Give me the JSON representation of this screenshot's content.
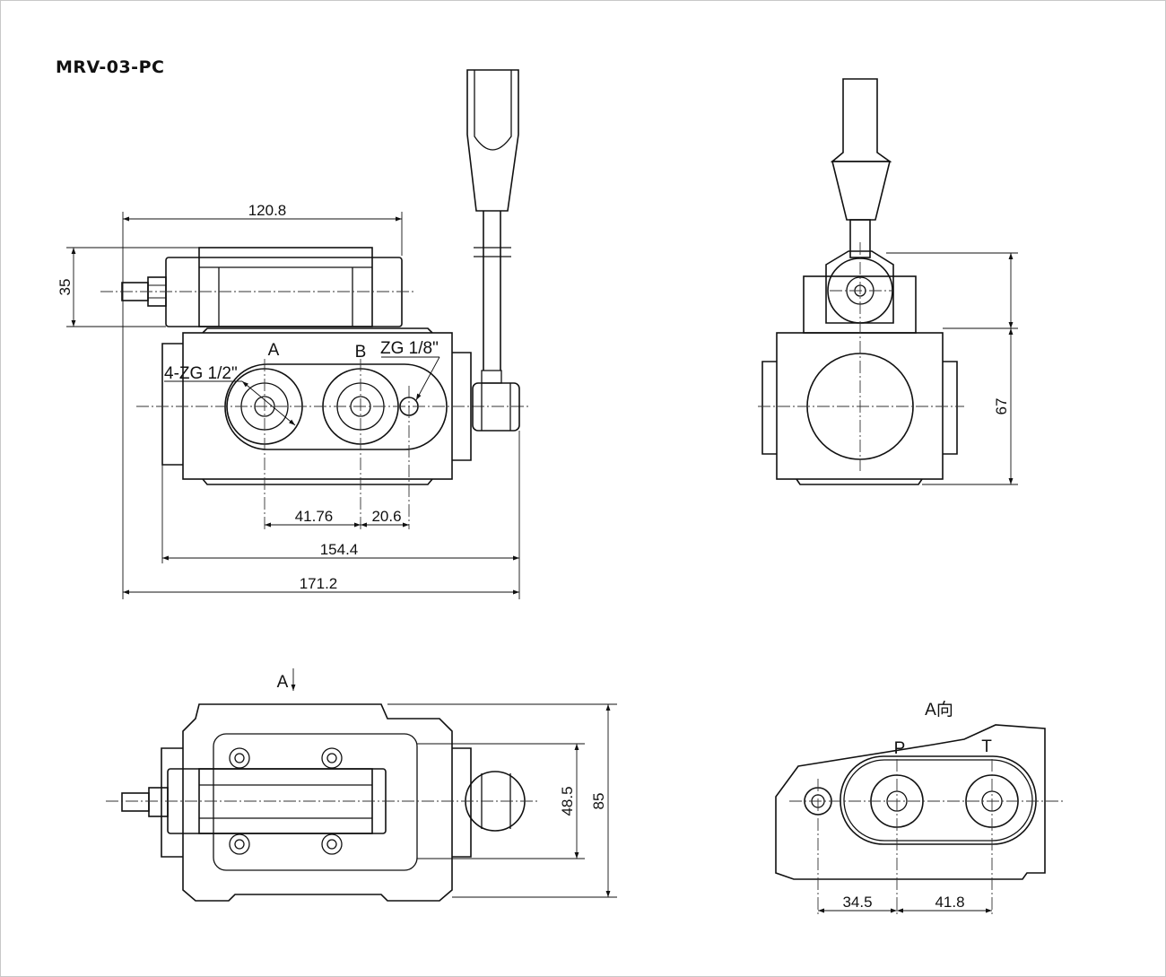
{
  "title": "MRV-03-PC",
  "front_view": {
    "labels": {
      "port_a": "A",
      "port_b": "B",
      "thread_main": "4-ZG 1/2\"",
      "thread_pilot": "ZG 1/8\""
    },
    "dimensions": {
      "top_width": "120.8",
      "top_height": "35",
      "port_spacing": "41.76",
      "pilot_offset": "20.6",
      "body_length": "154.4",
      "overall_length": "171.2"
    }
  },
  "side_view": {
    "dimensions": {
      "body_height": "67"
    }
  },
  "top_view": {
    "labels": {
      "view_arrow": "A"
    },
    "dimensions": {
      "bolt_spacing": "48.5",
      "body_width": "85"
    }
  },
  "view_a": {
    "labels": {
      "title": "A向",
      "port_p": "P",
      "port_t": "T"
    },
    "dimensions": {
      "hole_to_p": "34.5",
      "p_to_t": "41.8"
    }
  }
}
